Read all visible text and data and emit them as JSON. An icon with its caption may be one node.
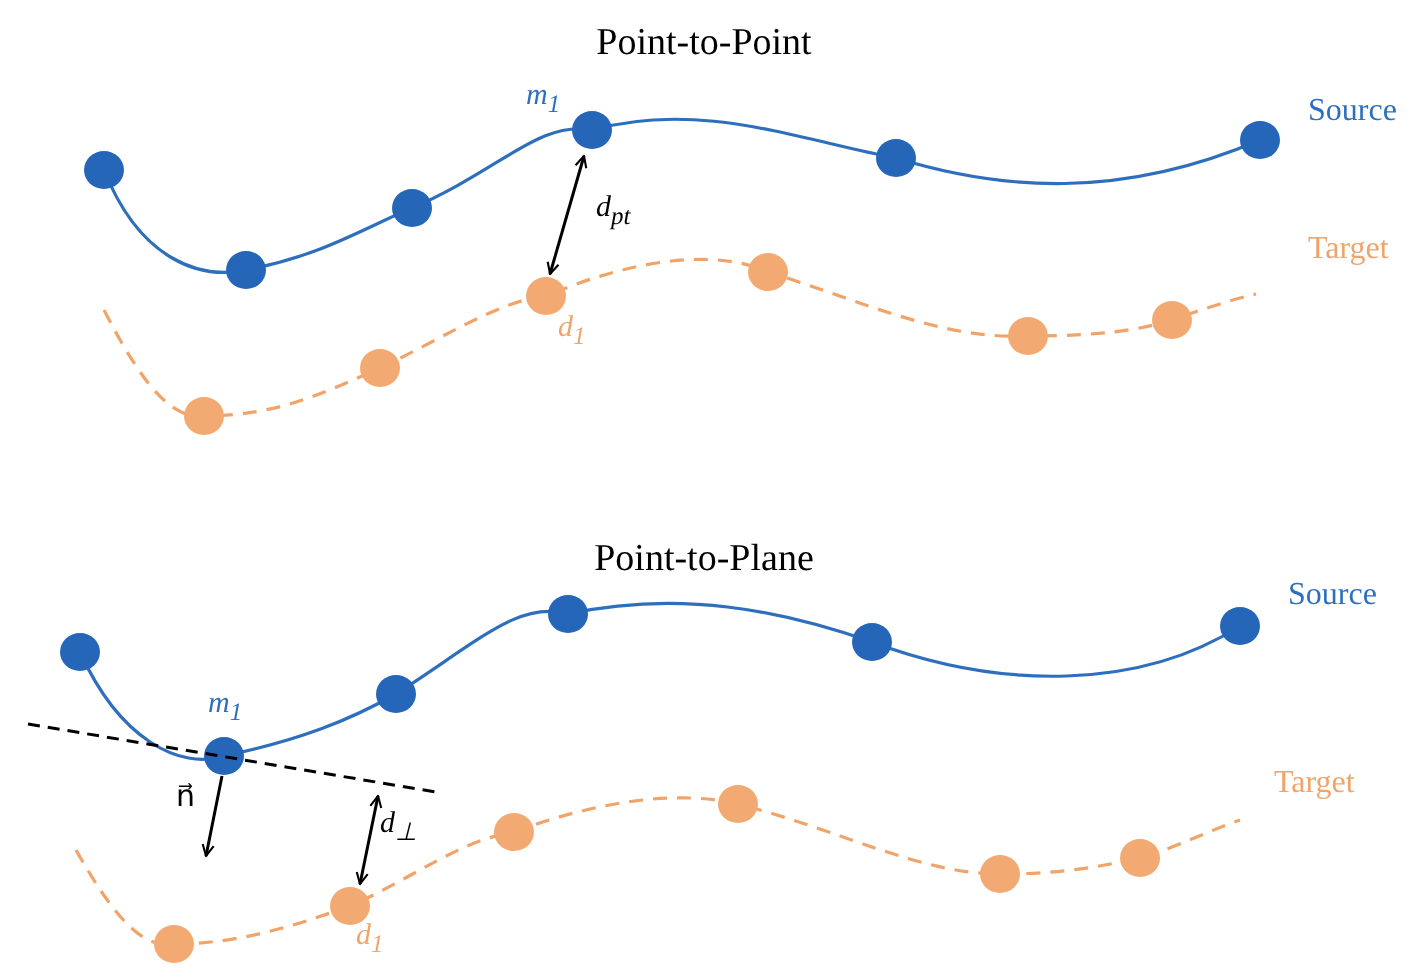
{
  "diagram": {
    "labels": [
      "Point-to-Point",
      "m$_{1}$",
      "Source",
      "d$_{pt}$",
      "Target",
      "d$_{1}$",
      "Point-to-Plane",
      "Source",
      "m$_{1}$",
      "Target",
      "n⃗",
      "d$_{⊥}$",
      "d$_{1}$"
    ]
  }
}
